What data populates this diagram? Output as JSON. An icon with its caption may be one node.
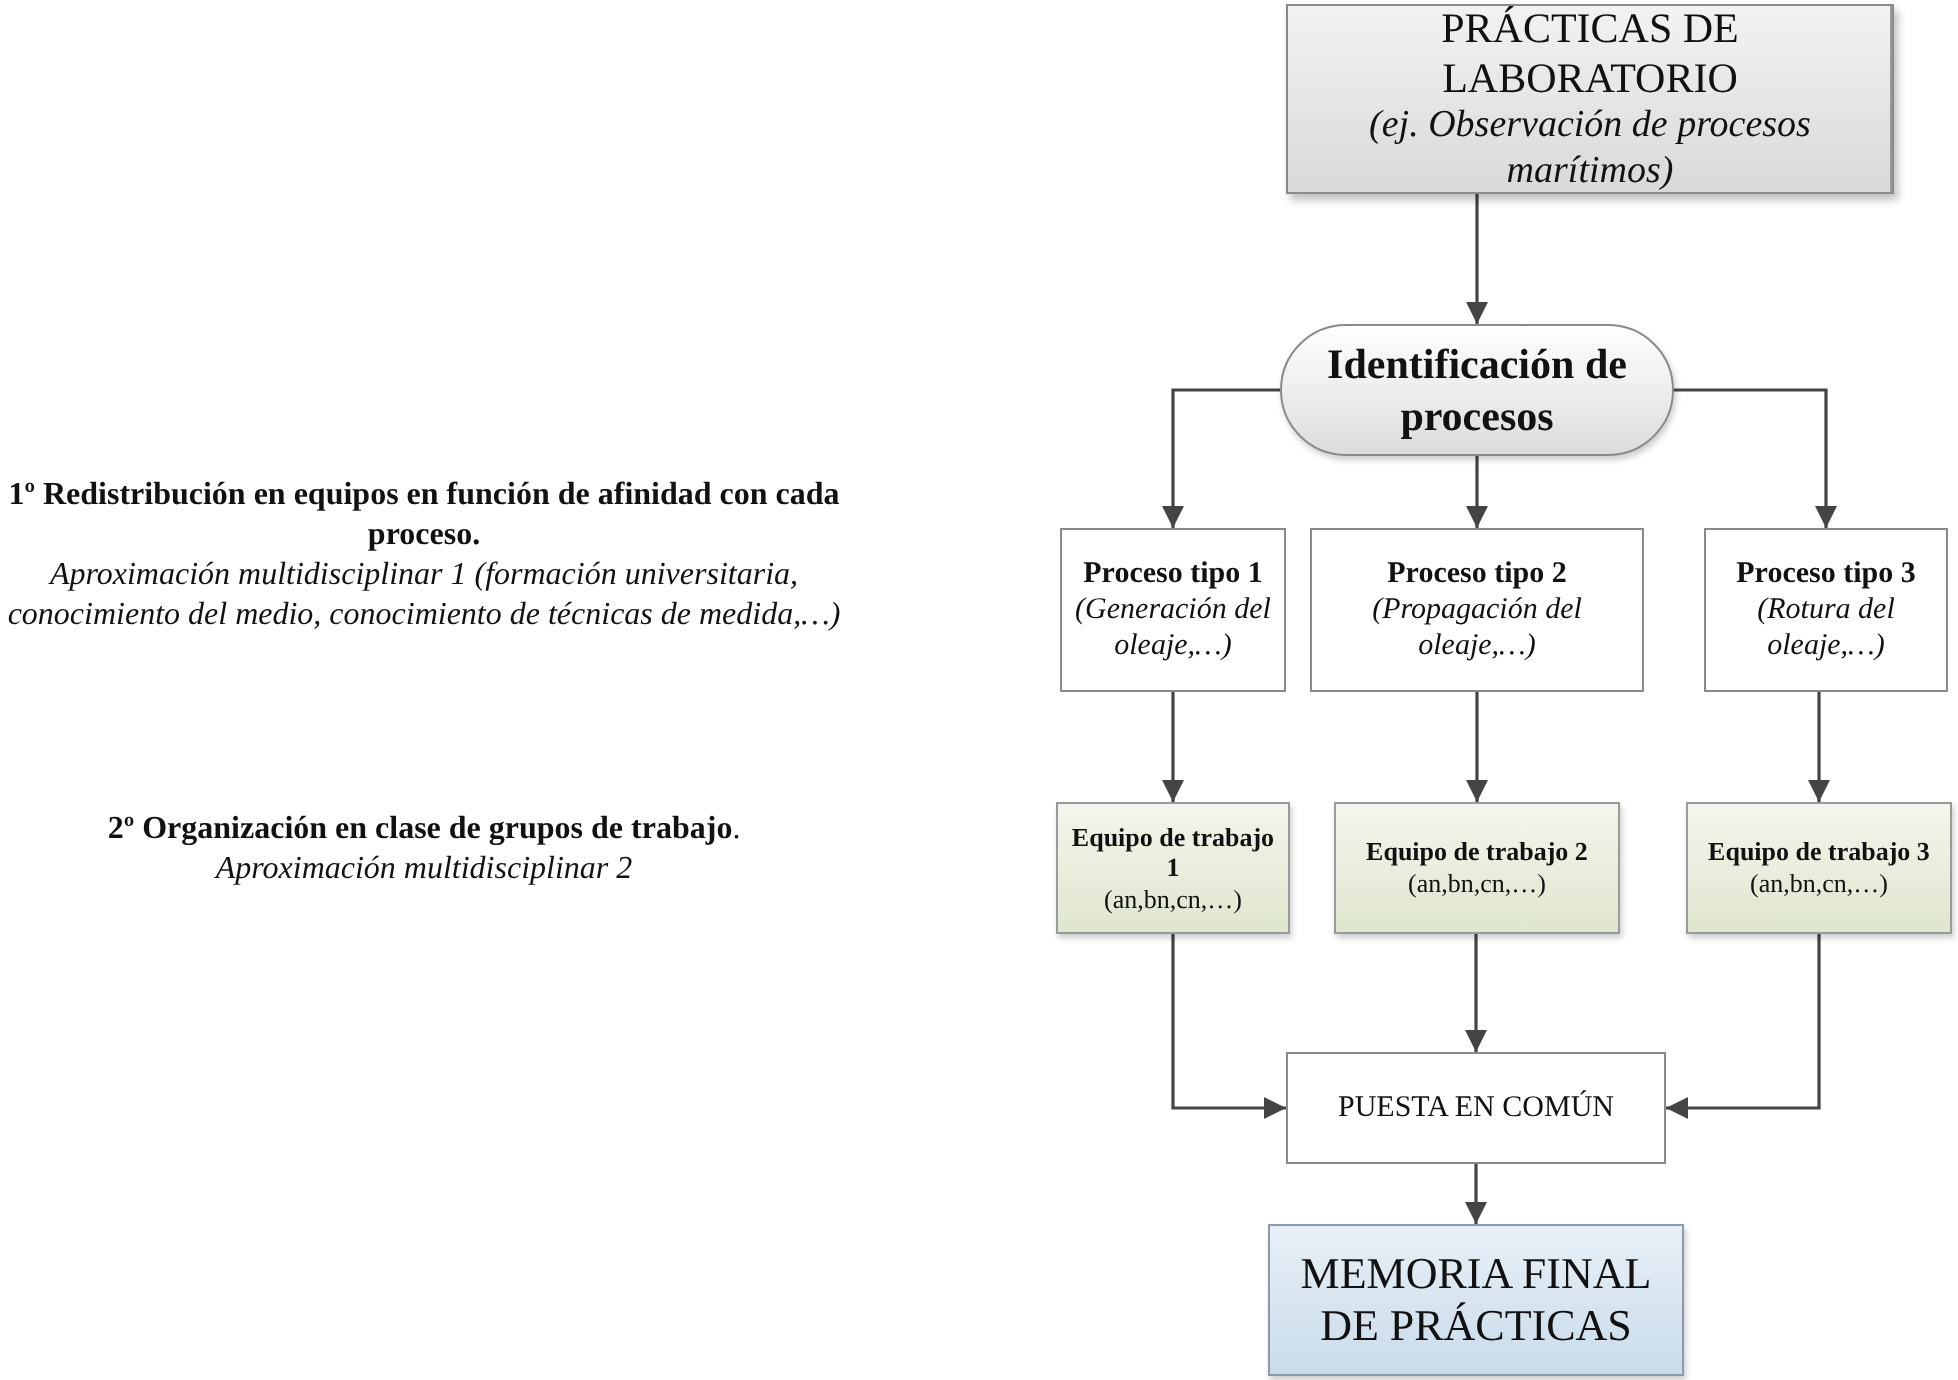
{
  "diagram": {
    "nodes": [
      {
        "text": [
          "PRÁCTICAS DE LABORATORIO",
          "(ej. Observación de procesos marítimos)"
        ]
      },
      {
        "text": [
          "Identificación de procesos"
        ]
      },
      {
        "text": [
          "Proceso tipo 1",
          "(Generación del oleaje,…)"
        ]
      },
      {
        "text": [
          "Proceso tipo 2",
          "(Propagación del oleaje,…)"
        ]
      },
      {
        "text": [
          "Proceso tipo 3",
          "(Rotura del oleaje,…)"
        ]
      },
      {
        "text": [
          "Equipo de trabajo 1",
          "(an,bn,cn,…)"
        ]
      },
      {
        "text": [
          "Equipo de trabajo 2",
          "(an,bn,cn,…)"
        ]
      },
      {
        "text": [
          "Equipo de trabajo 3",
          "(an,bn,cn,…)"
        ]
      },
      {
        "text": [
          "PUESTA EN COMÚN"
        ]
      },
      {
        "text": [
          "MEMORIA FINAL DE PRÁCTICAS"
        ]
      }
    ],
    "edges": [
      {
        "from": 0,
        "to": 1,
        "arrow": "to"
      },
      {
        "from": 1,
        "to": 2,
        "arrow": "to"
      },
      {
        "from": 1,
        "to": 3,
        "arrow": "to"
      },
      {
        "from": 1,
        "to": 4,
        "arrow": "to"
      },
      {
        "from": 2,
        "to": 5,
        "arrow": "to"
      },
      {
        "from": 3,
        "to": 6,
        "arrow": "to"
      },
      {
        "from": 4,
        "to": 7,
        "arrow": "to"
      },
      {
        "from": 5,
        "to": 8,
        "arrow": "to"
      },
      {
        "from": 6,
        "to": 8,
        "arrow": "to"
      },
      {
        "from": 7,
        "to": 8,
        "arrow": "to"
      },
      {
        "from": 8,
        "to": 9,
        "arrow": "to"
      }
    ],
    "labels": [
      "1º Redistribución en equipos  en función de afinidad con cada proceso.",
      "Aproximación multidisciplinar 1 (formación universitaria, conocimiento del medio, conocimiento de técnicas de medida,…)",
      "**2º Organización en clase de grupos de trabajo**.",
      "Aproximación multidisciplinar 2"
    ]
  }
}
